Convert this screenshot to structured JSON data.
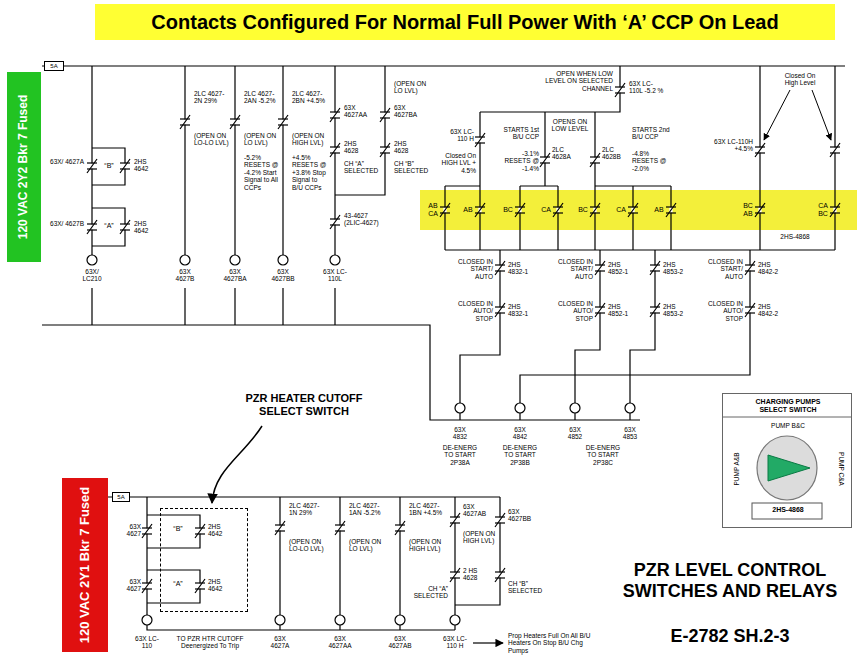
{
  "diagram": {
    "title": "Contacts Configured For Normal Full Power With ‘A’ CCP On Lead",
    "nodes": [
      {
        "text": [
          "120 VAC 2Y2 Bkr 7 Fused"
        ]
      },
      {
        "text": [
          "5A"
        ]
      },
      {
        "text": [
          "AB CA",
          "AB",
          "BC",
          "CA",
          "BC",
          "CA",
          "AB",
          "BC AB",
          "CA BC",
          "2HS-4868"
        ]
      },
      {
        "text": [
          "CHARGING PUMPS SELECT SWITCH",
          "PUMP B&C",
          "PUMP A&B",
          "PUMP C&A",
          "2HS-4868"
        ]
      },
      {
        "text": [
          "120 VAC 2Y1 Bkr 7 Fused"
        ]
      },
      {
        "text": [
          "5A"
        ]
      },
      {
        "text": [
          "“B”",
          "2HS 4642",
          "“A”",
          "2HS 4642"
        ]
      }
    ],
    "labels": [
      "63X/ 4627A",
      "“B”",
      "2HS 4642",
      "63X/ 4627B",
      "“A”",
      "2HS 4642",
      "63X/ LC210",
      "2LC 4627-2N 29%",
      "(OPEN ON LO-LO LVL)",
      "2LC 4627-2AN -5.2%",
      "(OPEN ON LO LVL)",
      "-5.2% RESETS @ -4.2% Start Signal to All CCPs",
      "2LC 4627-2BN +4.5%",
      "(OPEN ON HIGH LVL)",
      "+4.5% RESETS @ +3.8% Stop Signal to B/U CCPs",
      "63X 4627AA",
      "2HS 4628",
      "CH “A” SELECTED",
      "(OPEN ON LO LVL)",
      "63X 4627BA",
      "2HS 4628",
      "CH “B” SELECTED",
      "43-4627 (2LIC-4627)",
      "63X 4627B",
      "63X 4627BA",
      "63X 4627BB",
      "63X LC-110L",
      "OPEN WHEN LOW LEVEL ON SELECTED CHANNEL",
      "63X LC-110L -5.2 %",
      "63X LC-110 H",
      "Closed On HIGH LVL + 4.5%",
      "STARTS 1st B/U CCP",
      "-3.1% RESETS @ -1.4%",
      "OPENS ON LOW LEVEL",
      "2LC 4628A",
      "2LC 4628B",
      "STARTS 2nd B/U CCP",
      "-4.8% RESETS @ -2.0%",
      "Closed On High Level",
      "63X LC-110H +4.5%",
      "CLOSED IN START/ AUTO",
      "2HS 4832-1",
      "CLOSED IN AUTO/ STOP",
      "2HS 4832-1",
      "CLOSED IN START/ AUTO",
      "2HS 4852-1",
      "2HS 4853-2",
      "CLOSED IN START/ AUTO",
      "2HS 4842-2",
      "CLOSED IN AUTO/ STOP",
      "2HS 4852-1",
      "2HS 4853-2",
      "CLOSED IN AUTO/ STOP",
      "2HS 4842-2",
      "63X 4832",
      "DE-ENERG TO START 2P38A",
      "63X 4842",
      "DE-ENERG TO START 2P38B",
      "63X 4852",
      "63X 4853",
      "DE-ENERG TO START 2P38C",
      "PZR HEATER CUTOFF SELECT SWITCH",
      "63X 4627",
      "63X 4627",
      "2LC 4627-1N 29%",
      "(OPEN ON LO-LO LVL)",
      "2LC 4627-1AN -5.2%",
      "(OPEN ON LO LVL)",
      "2LC 4627-1BN +4.5%",
      "(OPEN ON HIGH LVL)",
      "63X 4627AB",
      "(OPEN ON HIGH LVL)",
      "2 HS 4628",
      "CH “A” SELECTED",
      "63X 4627BB",
      "CH “B” SELECTED",
      "63X LC-110",
      "TO PZR HTR CUTOFF Deenergized To Trip",
      "63X 4627A",
      "63X 4627AA",
      "63X 4627AB",
      "63X LC-110 H",
      "Prop Heaters Full On All B/U Heaters On Stop B/U Chg Pumps",
      "PZR LEVEL CONTROL SWITCHES AND RELAYS",
      "E-2782 SH.2-3"
    ]
  }
}
